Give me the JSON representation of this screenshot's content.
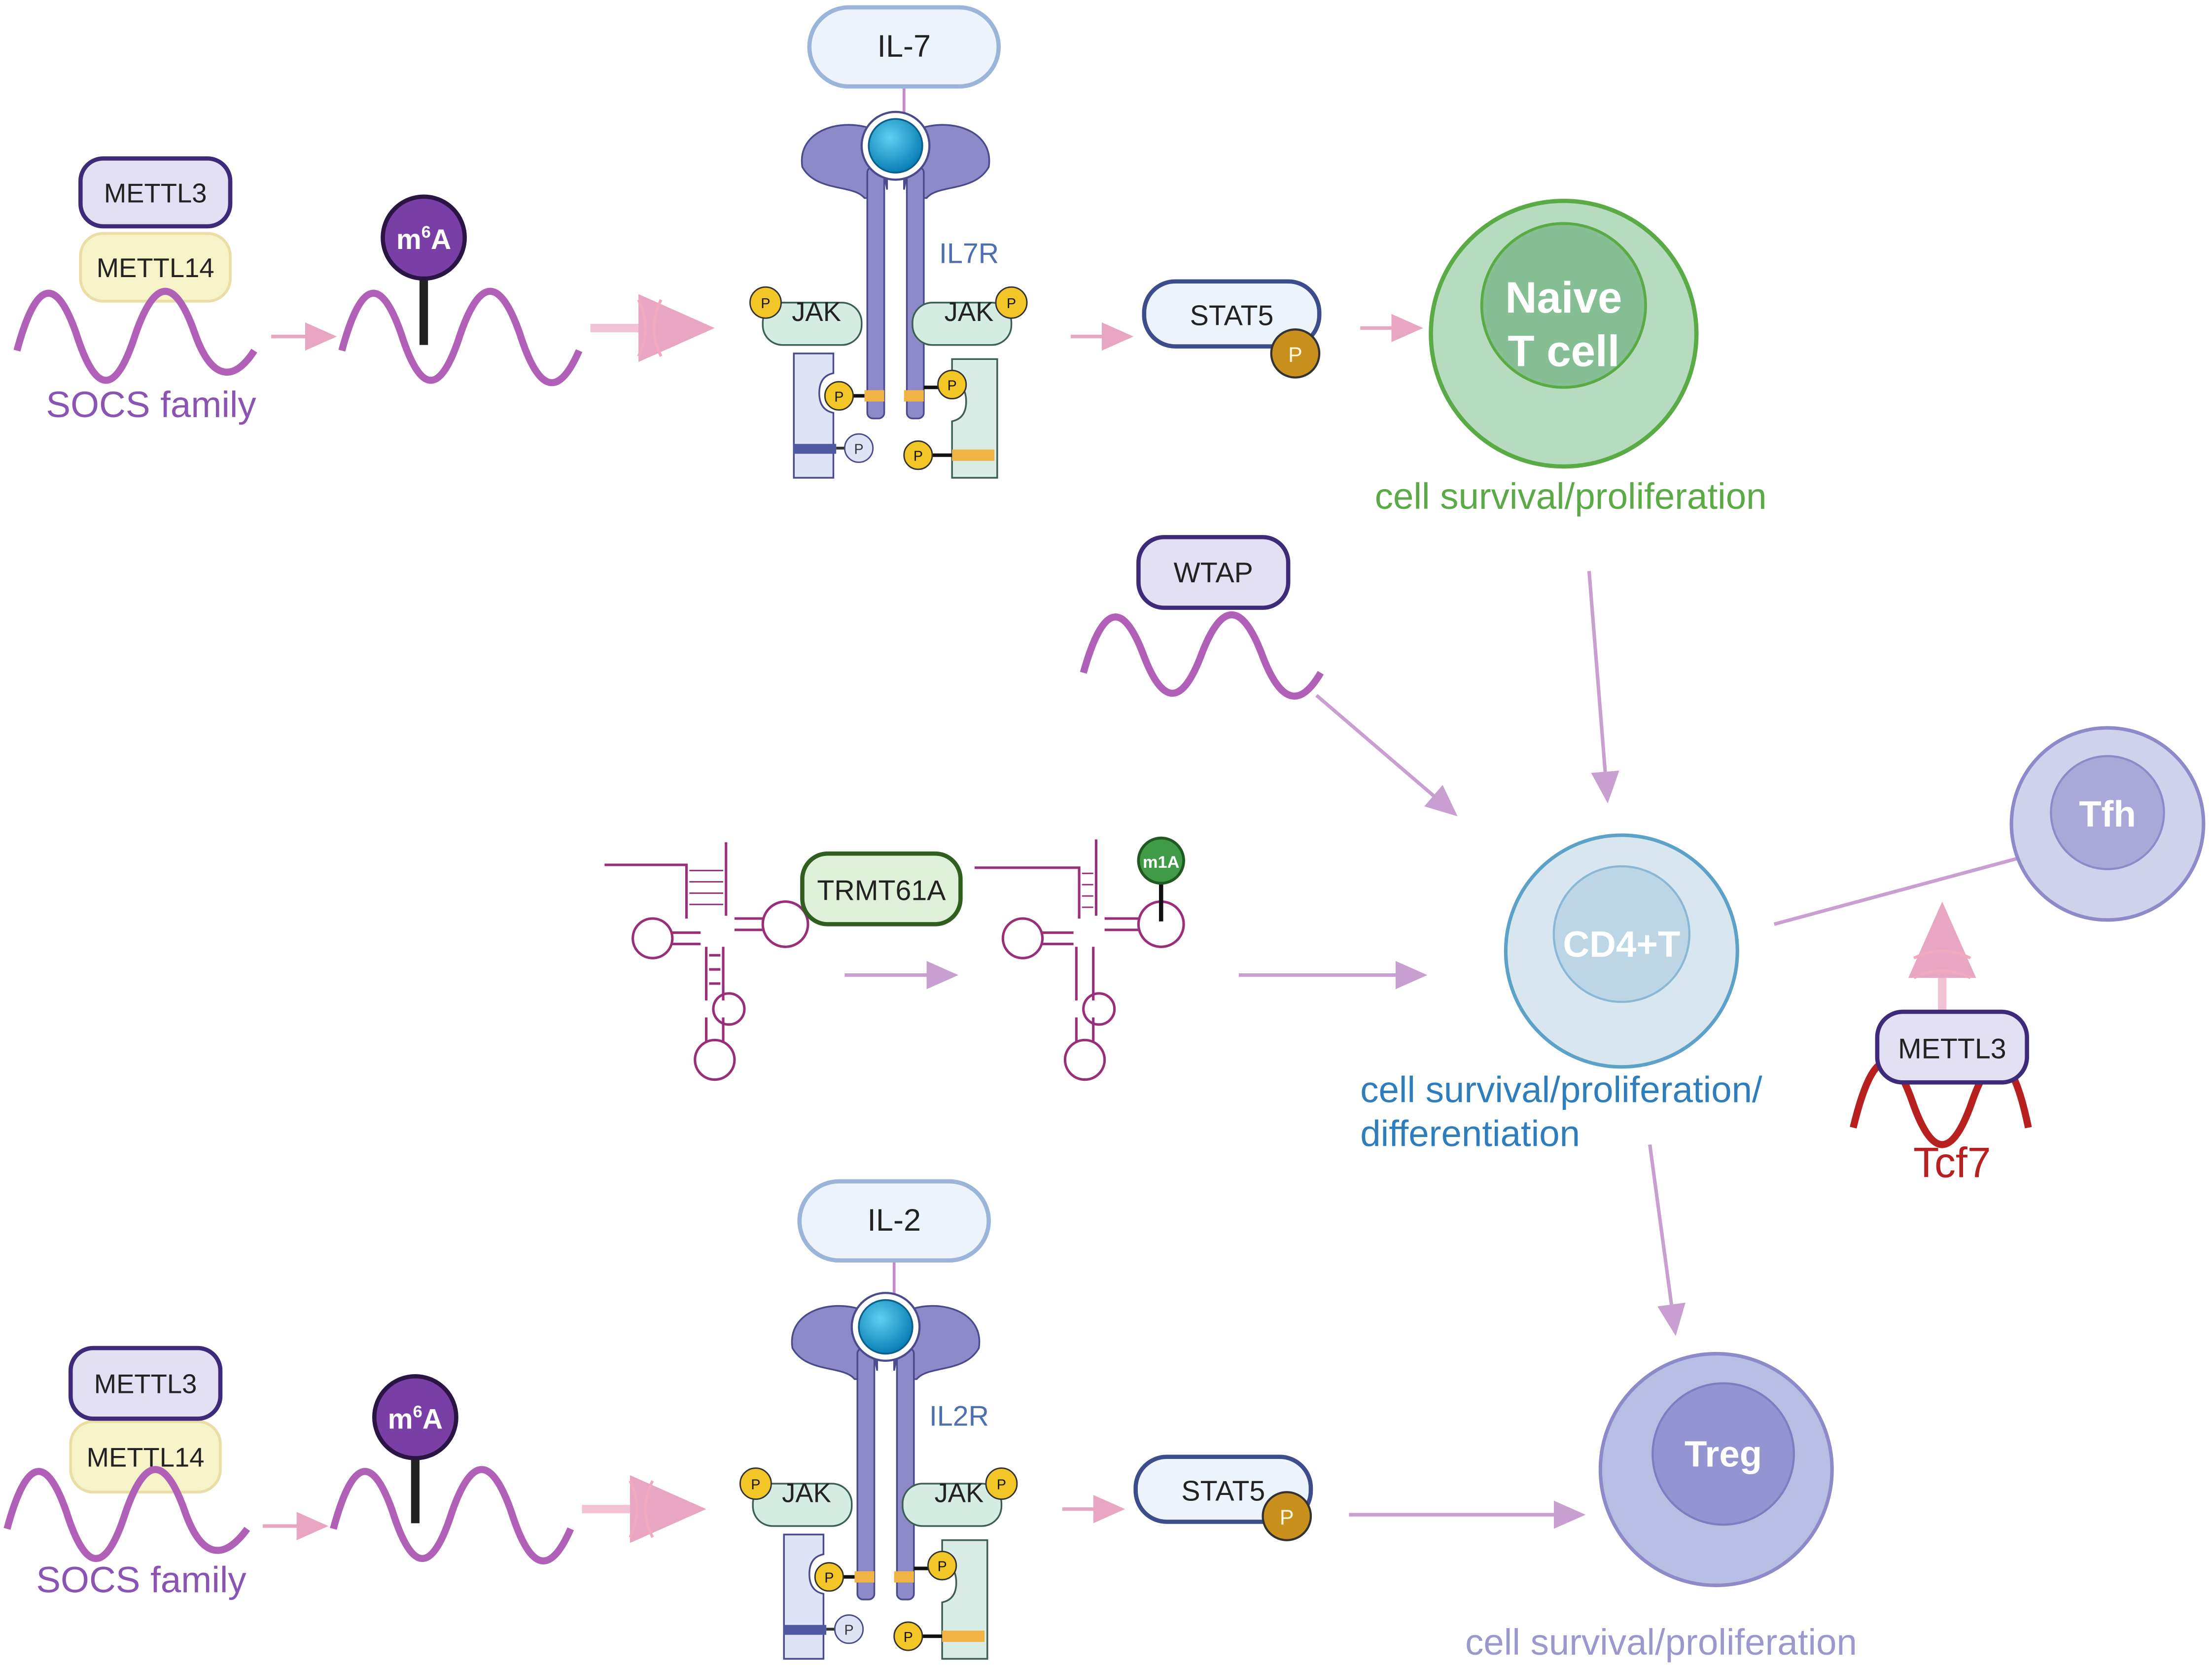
{
  "colors": {
    "rna_purple": "#b160b8",
    "label_purple": "#8a55b2",
    "arrow_pink": "#e8a6c2",
    "arrow_lilac": "#c99ed0",
    "receptor": "#8e8ac9",
    "receptor_dark": "#4a4a8c",
    "ligand_fill": "#edf3fb",
    "ligand_stroke": "#9ab4da",
    "jak_fill": "#d5ece3",
    "phospho": "#f3c627",
    "stat_p": "#c9901e",
    "naive_outer": "#b6dbbe",
    "naive_inner": "#86bf93",
    "green_text": "#5aab46",
    "cd4_outer": "#d8e6ef",
    "cd4_inner": "#bcd6e6",
    "blue_text": "#2e7dbd",
    "treg_outer": "#b8bde3",
    "treg_inner": "#9594d2",
    "treg_text": "#9a98cc",
    "tfh_outer": "#d0d2ec",
    "tfh_inner": "#aaa8d8",
    "tcf7_red": "#b81f1f",
    "trna": "#9a2f79",
    "m1a_green": "#3f9b45"
  },
  "top_pathway": {
    "writer1": "METTL3",
    "writer2": "METTL14",
    "target_label": "SOCS family",
    "mark": {
      "prefix": "m",
      "sup": "6",
      "suffix": "A"
    },
    "ligand": "IL-7",
    "receptor_label": "IL7R",
    "jak_left": "JAK",
    "jak_right": "JAK",
    "phospho": "P",
    "stat": "STAT5",
    "cell": {
      "line1": "Naive",
      "line2": "T cell"
    },
    "outcome": "cell survival/proliferation"
  },
  "middle": {
    "wtap": "WTAP",
    "trmt": "TRMT61A",
    "m1a": "m1A",
    "cell": "CD4+T",
    "outcome_line1": "cell survival/proliferation/",
    "outcome_line2": "differentiation",
    "tfh": "Tfh",
    "mettl3": "METTL3",
    "tcf7": "Tcf7"
  },
  "bottom_pathway": {
    "writer1": "METTL3",
    "writer2": "METTL14",
    "target_label": "SOCS family",
    "mark": {
      "prefix": "m",
      "sup": "6",
      "suffix": "A"
    },
    "ligand": "IL-2",
    "receptor_label": "IL2R",
    "jak_left": "JAK",
    "jak_right": "JAK",
    "phospho": "P",
    "stat": "STAT5",
    "cell": "Treg",
    "outcome": "cell survival/proliferation"
  }
}
